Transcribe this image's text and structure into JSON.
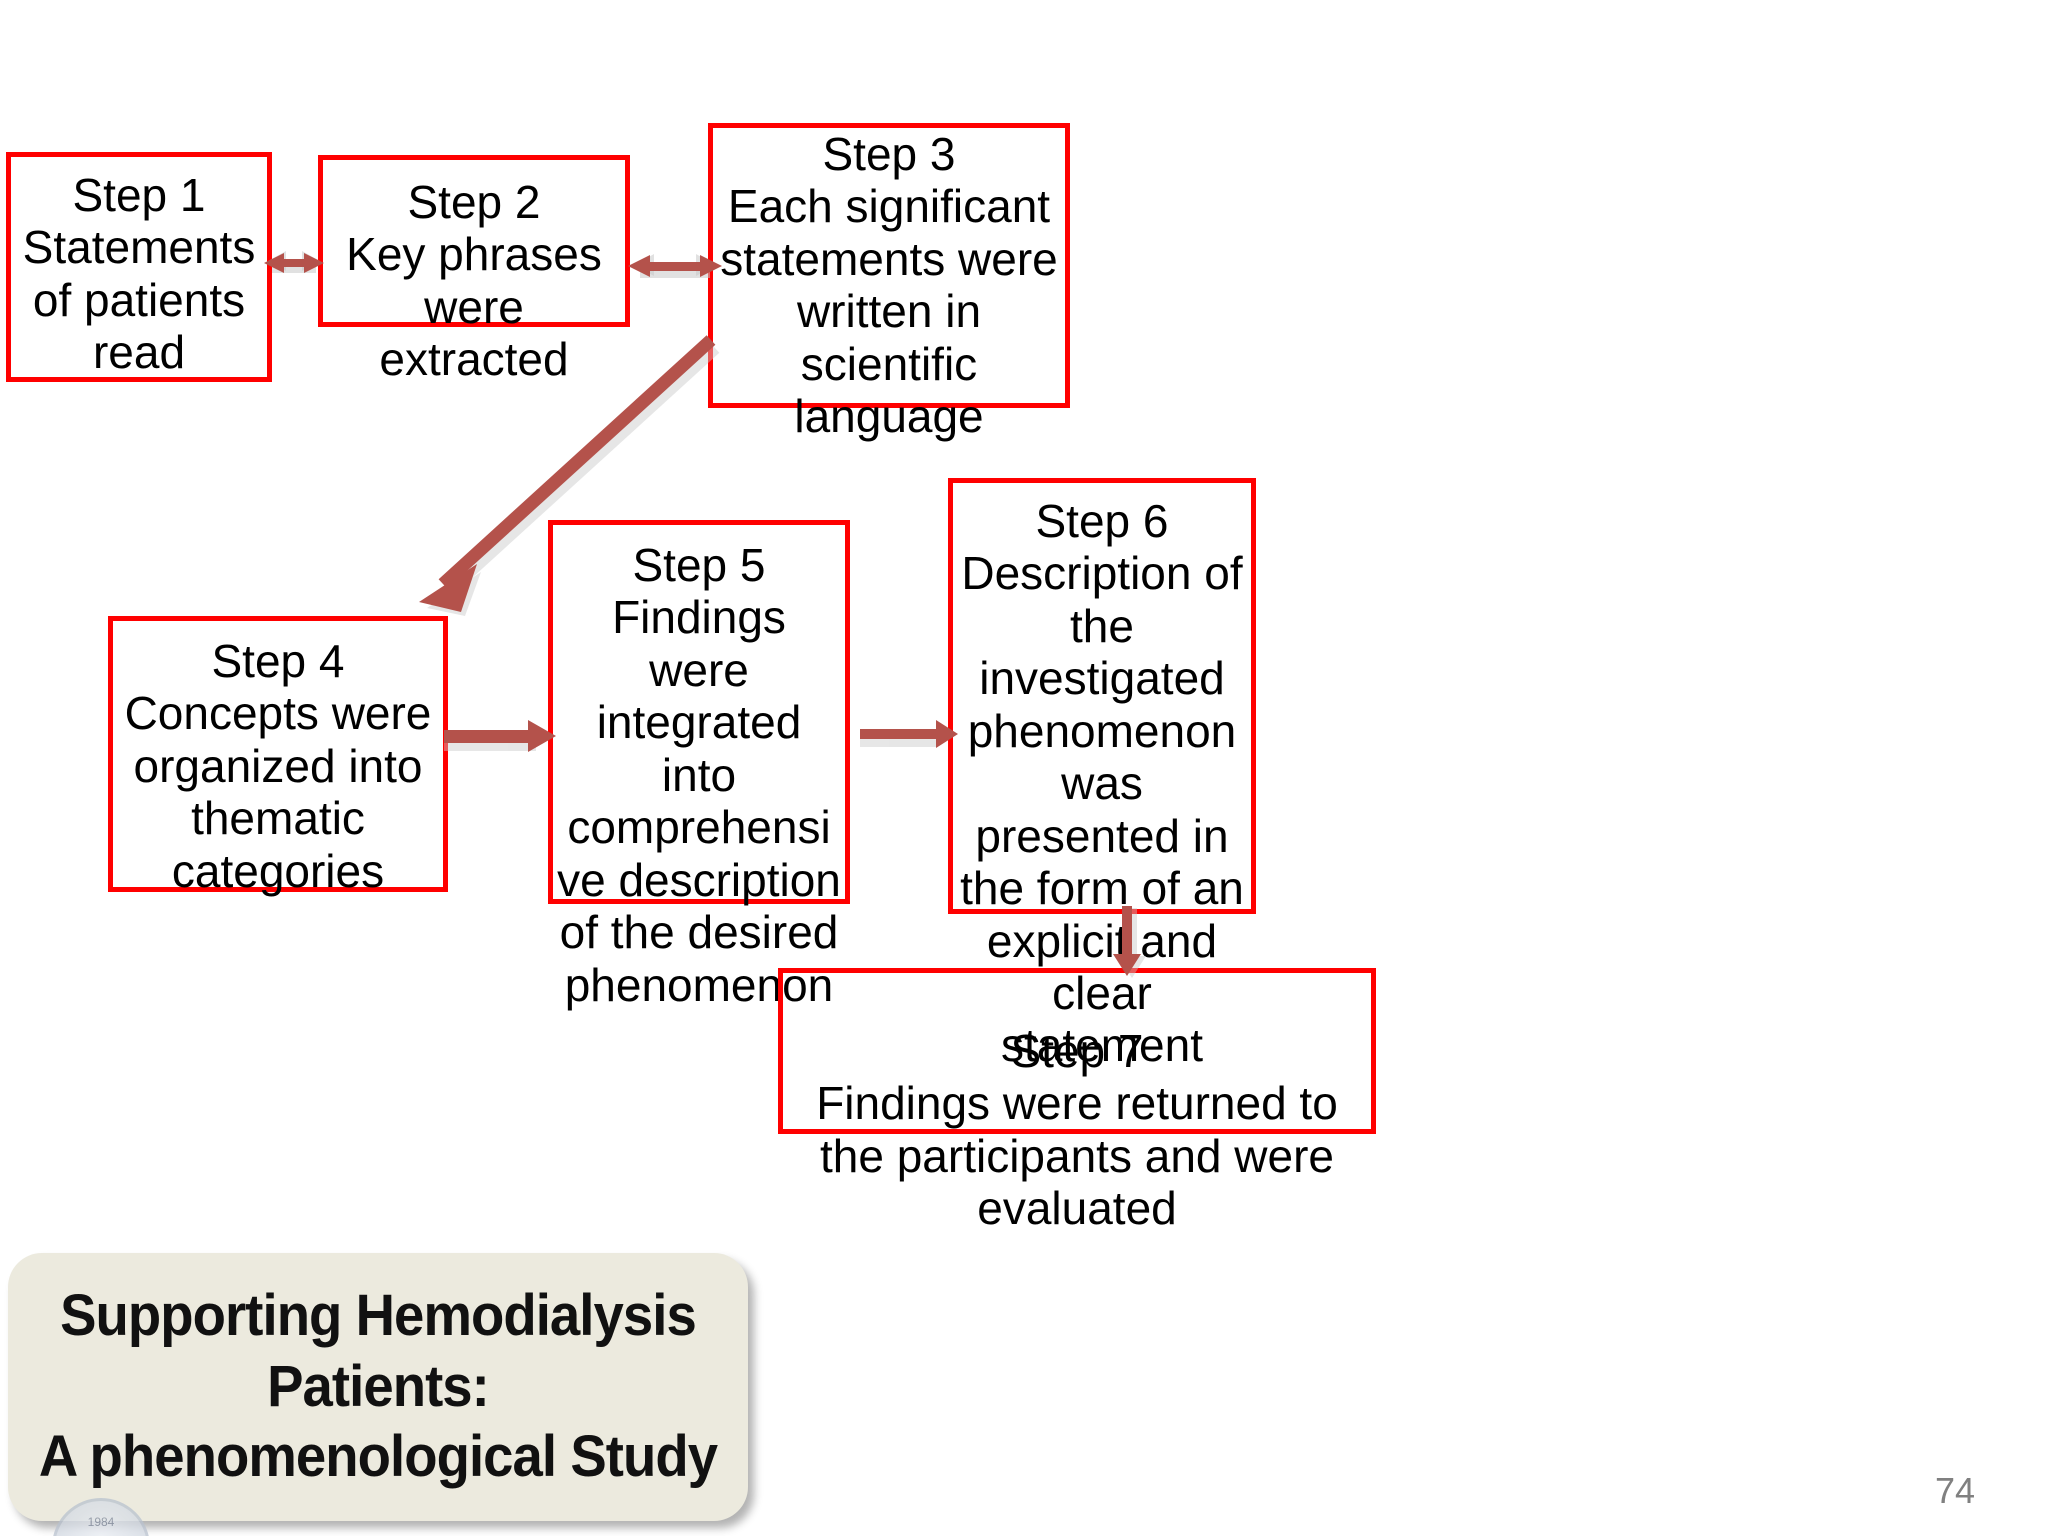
{
  "slide": {
    "page_number": "74",
    "background_color": "#ffffff",
    "box_border_color": "#ff0000",
    "arrow_color": "#b4524b",
    "banner_background_color": "#eceade",
    "page_number_color": "#808080"
  },
  "flow": {
    "boxes": [
      {
        "id": "step1",
        "label": "Step 1\nStatements\nof patients\nread"
      },
      {
        "id": "step2",
        "label": "Step 2\nKey phrases\nwere\nextracted"
      },
      {
        "id": "step3",
        "label": "Step 3\nEach significant\nstatements were\nwritten in\nscientific\nlanguage"
      },
      {
        "id": "step4",
        "label": "Step 4\nConcepts were\norganized into\nthematic\ncategories"
      },
      {
        "id": "step5",
        "label": "Step 5\nFindings\nwere\nintegrated\ninto\ncomprehensi\nve description\nof the desired\nphenomenon"
      },
      {
        "id": "step6",
        "label": "Step 6\nDescription of\nthe\ninvestigated\nphenomenon\nwas\npresented in\nthe form of an\nexplicit and\nclear\nstatement"
      },
      {
        "id": "step7",
        "label": "Step 7\nFindings were returned to\nthe participants and were\nevaluated"
      }
    ],
    "arrows": [
      {
        "id": "arrow-step1-step2",
        "kind": "double-headed-horizontal"
      },
      {
        "id": "arrow-step2-step3",
        "kind": "double-headed-horizontal"
      },
      {
        "id": "arrow-step3-step4",
        "kind": "diagonal-down-left"
      },
      {
        "id": "arrow-step4-step5",
        "kind": "single-headed-right"
      },
      {
        "id": "arrow-step5-step6",
        "kind": "single-headed-right"
      },
      {
        "id": "arrow-step6-step7",
        "kind": "single-headed-down"
      }
    ]
  },
  "banner": {
    "title": "Supporting Hemodialysis\nPatients:\nA phenomenological Study",
    "seal_text": "1984"
  }
}
